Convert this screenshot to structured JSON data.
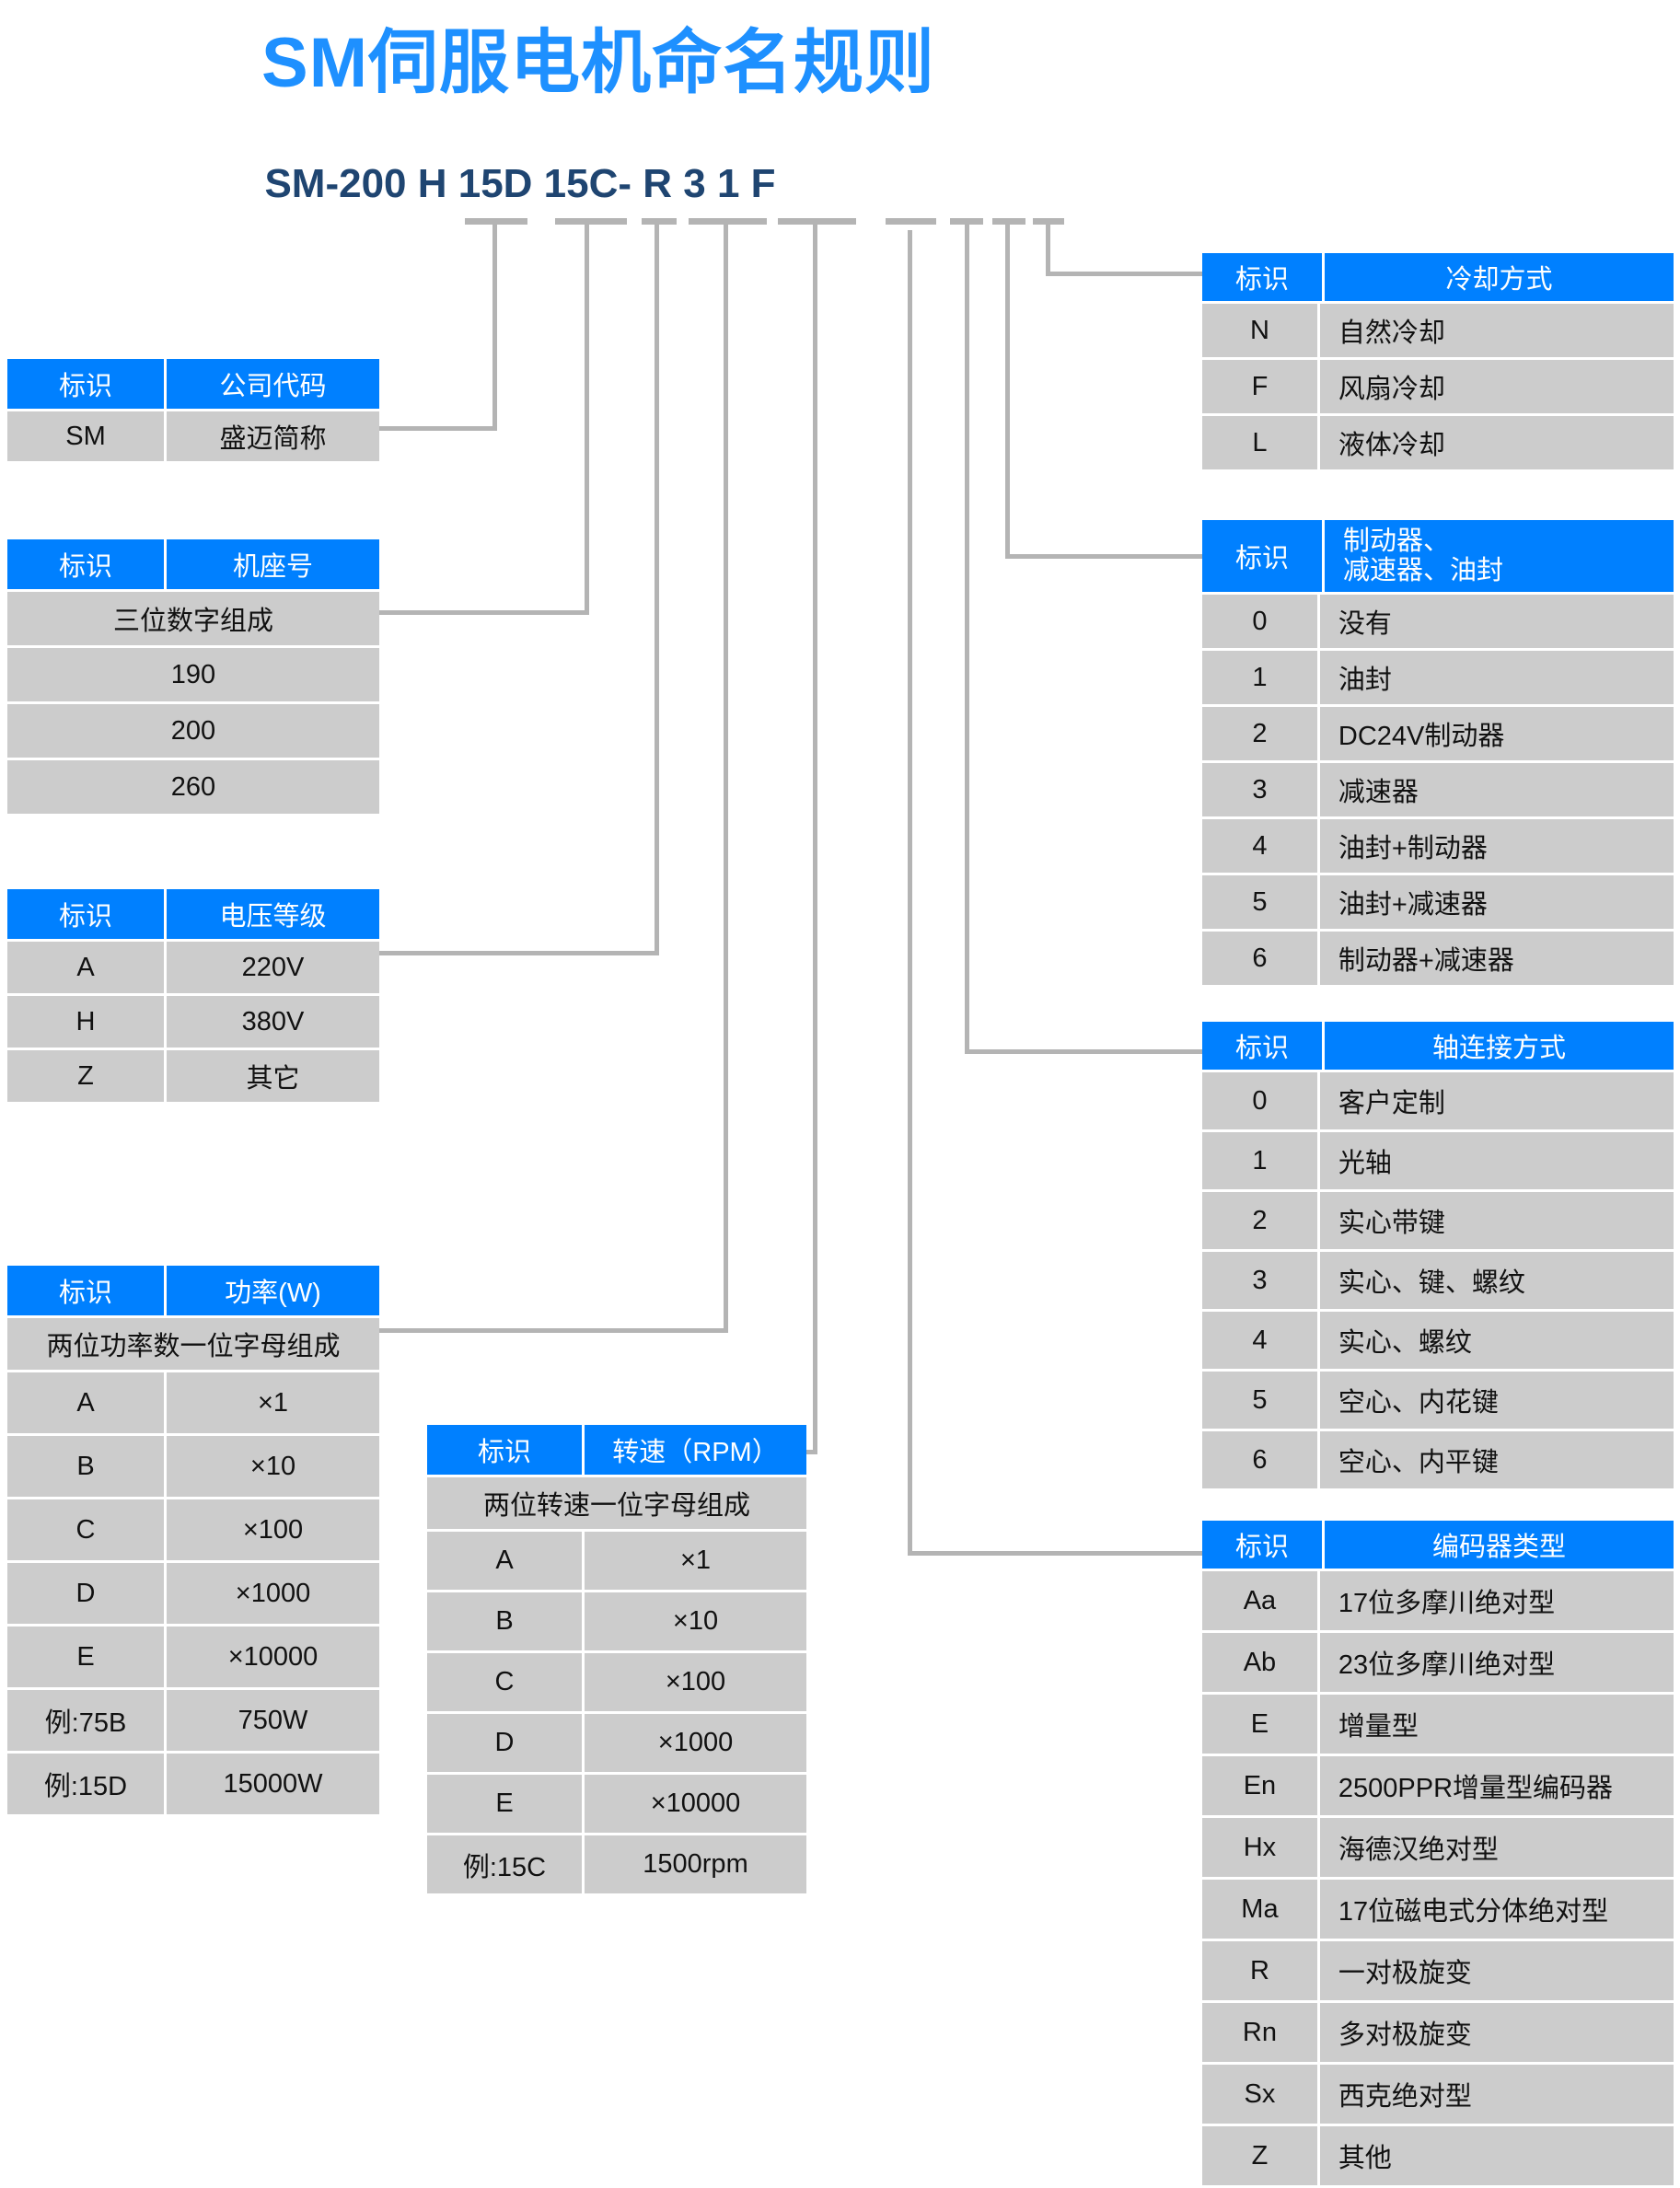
{
  "title": "SM伺服电机命名规则",
  "model_code": {
    "full": "SM-200 H 15D 15C- R  3 1 F",
    "segments": [
      "SM-200",
      "H",
      "15D",
      "15C-",
      "R",
      "3",
      "1",
      "F"
    ]
  },
  "colors": {
    "title_blue": "#1E90FF",
    "header_blue": "#0080FF",
    "cell_gray": "#cccccc",
    "code_navy": "#1F4571",
    "leader_gray": "#b4b4b4"
  },
  "common": {
    "id_header": "标识"
  },
  "tables": {
    "company_code": {
      "header_id": "标识",
      "header_value": "公司代码",
      "rows": [
        {
          "id": "SM",
          "value": "盛迈简称"
        }
      ]
    },
    "frame_number": {
      "header_id": "标识",
      "header_value": "机座号",
      "note": "三位数字组成",
      "rows": [
        {
          "value": "190"
        },
        {
          "value": "200"
        },
        {
          "value": "260"
        }
      ]
    },
    "voltage_level": {
      "header_id": "标识",
      "header_value": "电压等级",
      "rows": [
        {
          "id": "A",
          "value": "220V"
        },
        {
          "id": "H",
          "value": "380V"
        },
        {
          "id": "Z",
          "value": "其它"
        }
      ]
    },
    "power": {
      "header_id": "标识",
      "header_value": "功率(W)",
      "note": "两位功率数一位字母组成",
      "rows": [
        {
          "id": "A",
          "value": "×1"
        },
        {
          "id": "B",
          "value": "×10"
        },
        {
          "id": "C",
          "value": "×100"
        },
        {
          "id": "D",
          "value": "×1000"
        },
        {
          "id": "E",
          "value": "×10000"
        },
        {
          "id": "例:75B",
          "value": "750W"
        },
        {
          "id": "例:15D",
          "value": "15000W"
        }
      ]
    },
    "speed": {
      "header_id": "标识",
      "header_value": "转速（RPM）",
      "note": "两位转速一位字母组成",
      "rows": [
        {
          "id": "A",
          "value": "×1"
        },
        {
          "id": "B",
          "value": "×10"
        },
        {
          "id": "C",
          "value": "×100"
        },
        {
          "id": "D",
          "value": "×1000"
        },
        {
          "id": "E",
          "value": "×10000"
        },
        {
          "id": "例:15C",
          "value": "1500rpm"
        }
      ]
    },
    "cooling": {
      "header_id": "标识",
      "header_value": "冷却方式",
      "rows": [
        {
          "id": "N",
          "value": "自然冷却"
        },
        {
          "id": "F",
          "value": "风扇冷却"
        },
        {
          "id": "L",
          "value": "液体冷却"
        }
      ]
    },
    "brake_reducer_seal": {
      "header_id": "标识",
      "header_value_line1": "制动器、",
      "header_value_line2": "减速器、油封",
      "rows": [
        {
          "id": "0",
          "value": "没有"
        },
        {
          "id": "1",
          "value": "油封"
        },
        {
          "id": "2",
          "value": "DC24V制动器"
        },
        {
          "id": "3",
          "value": "减速器"
        },
        {
          "id": "4",
          "value": "油封+制动器"
        },
        {
          "id": "5",
          "value": "油封+减速器"
        },
        {
          "id": "6",
          "value": "制动器+减速器"
        }
      ]
    },
    "shaft_connection": {
      "header_id": "标识",
      "header_value": "轴连接方式",
      "rows": [
        {
          "id": "0",
          "value": "客户定制"
        },
        {
          "id": "1",
          "value": "光轴"
        },
        {
          "id": "2",
          "value": "实心带键"
        },
        {
          "id": "3",
          "value": "实心、键、螺纹"
        },
        {
          "id": "4",
          "value": "实心、螺纹"
        },
        {
          "id": "5",
          "value": "空心、内花键"
        },
        {
          "id": "6",
          "value": "空心、内平键"
        }
      ]
    },
    "encoder_type": {
      "header_id": "标识",
      "header_value": "编码器类型",
      "rows": [
        {
          "id": "Aa",
          "value": "17位多摩川绝对型"
        },
        {
          "id": "Ab",
          "value": "23位多摩川绝对型"
        },
        {
          "id": "E",
          "value": "增量型"
        },
        {
          "id": "En",
          "value": "2500PPR增量型编码器"
        },
        {
          "id": "Hx",
          "value": "海德汉绝对型"
        },
        {
          "id": "Ma",
          "value": "17位磁电式分体绝对型"
        },
        {
          "id": "R",
          "value": "一对极旋变"
        },
        {
          "id": "Rn",
          "value": "多对极旋变"
        },
        {
          "id": "Sx",
          "value": "西克绝对型"
        },
        {
          "id": "Z",
          "value": "其他"
        }
      ]
    }
  }
}
